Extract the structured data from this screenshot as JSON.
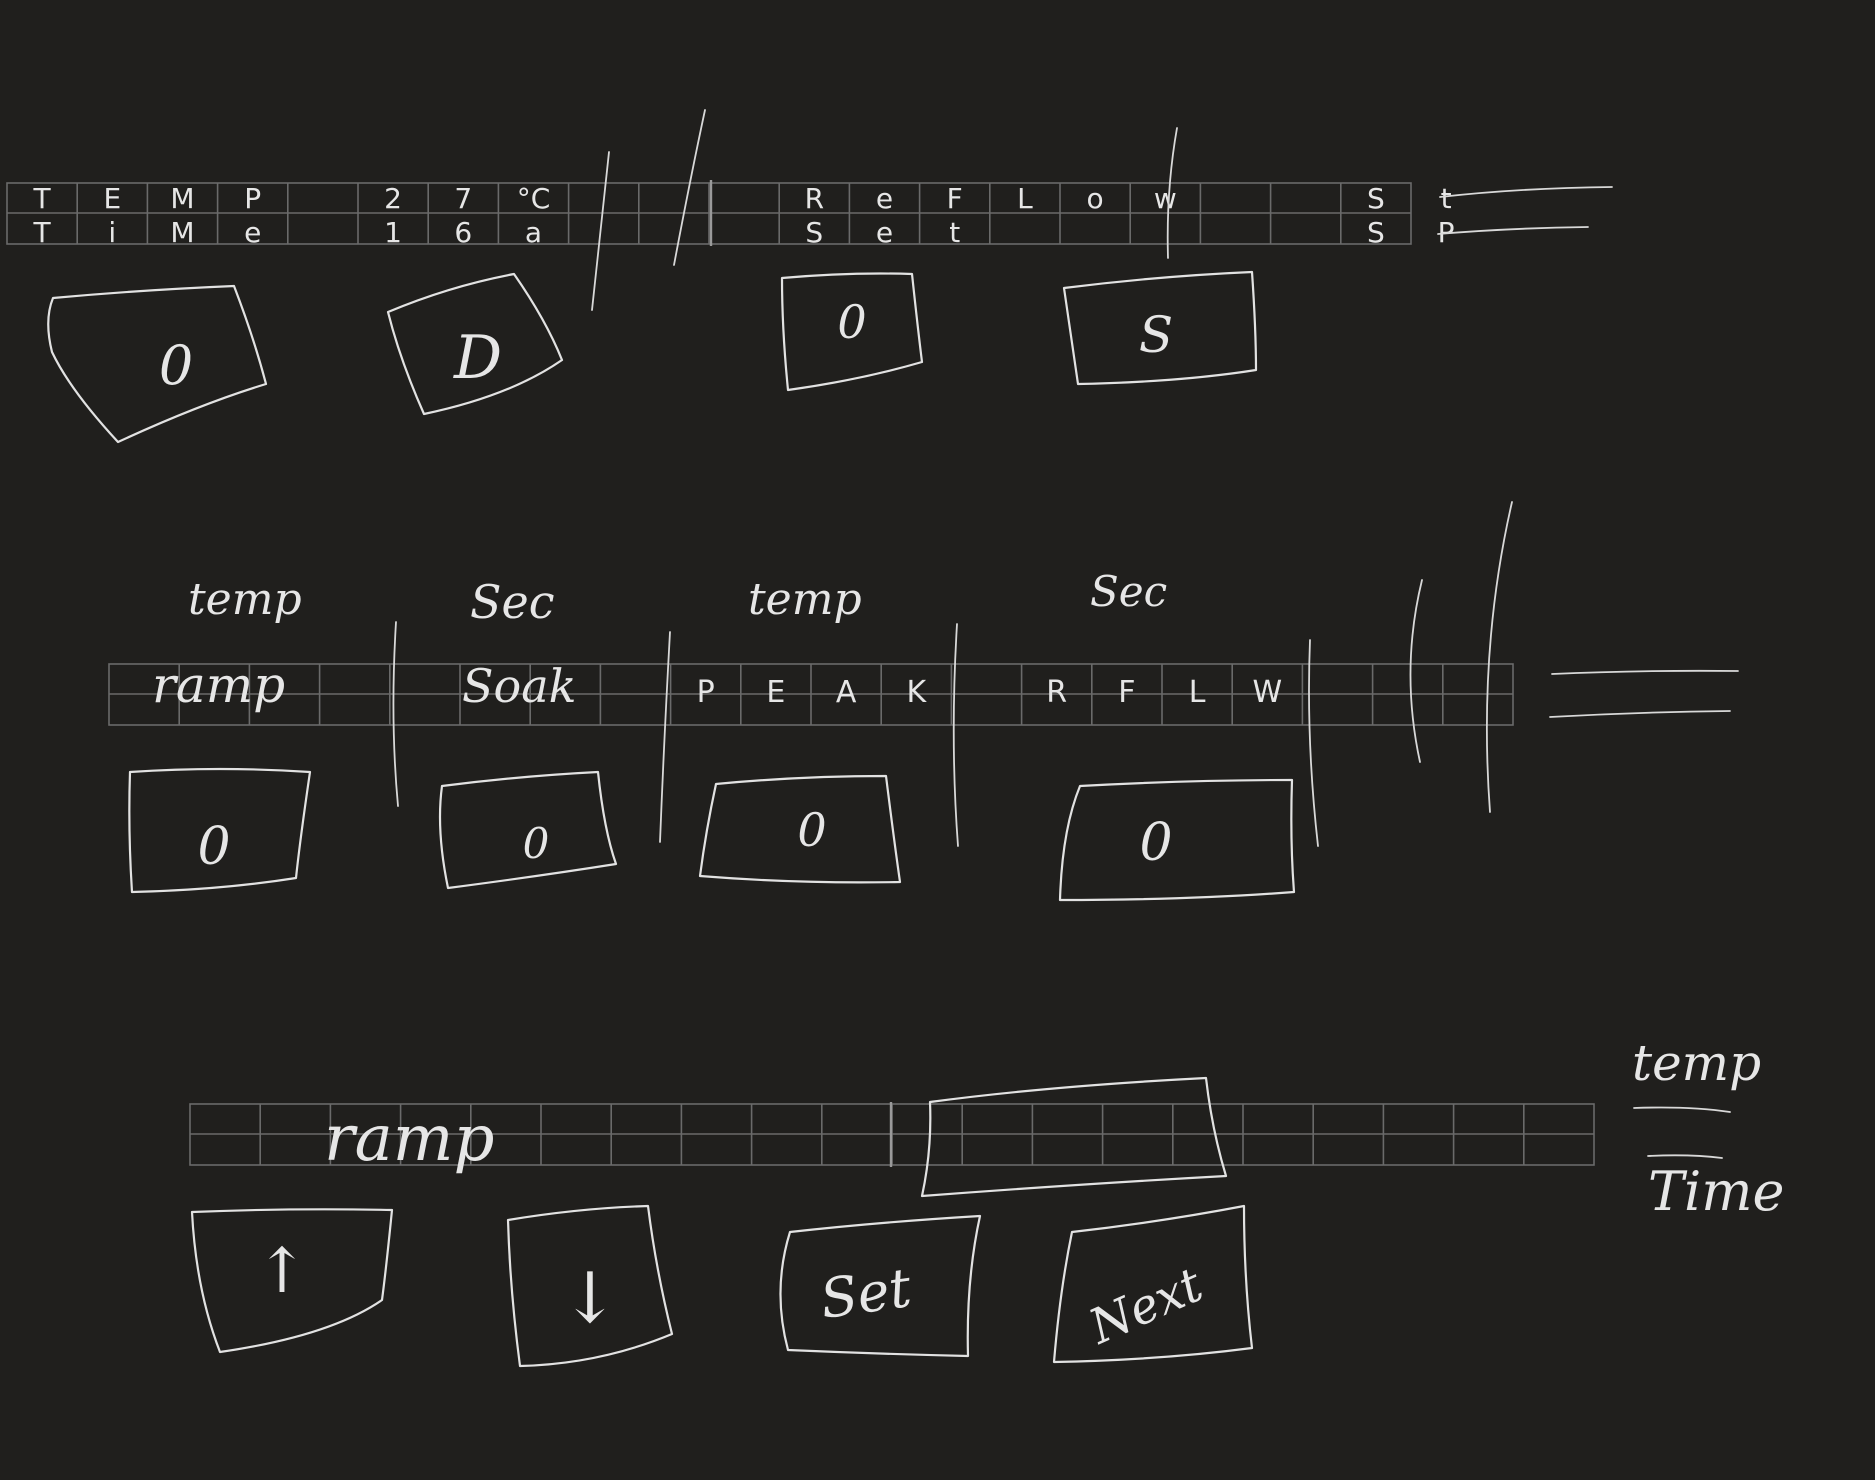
{
  "panel_1": {
    "display_row_1": [
      "T",
      "E",
      "M",
      "P",
      "",
      "2",
      "7",
      "°C",
      "",
      "",
      "",
      "R",
      "e",
      "F",
      "L",
      "o",
      "w",
      "",
      "",
      "S",
      "t"
    ],
    "display_row_2": [
      "T",
      "i",
      "M",
      "e",
      "",
      "1",
      "6",
      "a",
      "",
      "",
      "",
      "S",
      "e",
      "t",
      "",
      "",
      "",
      "",
      "",
      "S",
      "P"
    ],
    "buttons": [
      "0",
      "D",
      "0",
      "S"
    ]
  },
  "panel_2": {
    "column_labels": [
      "temp",
      "Sec",
      "temp",
      "Sec"
    ],
    "display_row_1": [
      "ramp",
      "",
      "Soak",
      "",
      "P",
      "E",
      "A",
      "K",
      "",
      "R",
      "F",
      "L",
      "W"
    ],
    "buttons": [
      "0",
      "0",
      "0",
      "0"
    ]
  },
  "panel_3": {
    "display_label": "ramp",
    "buttons": [
      "↑",
      "↓",
      "Set",
      "Next"
    ],
    "side_labels": [
      "temp",
      "Time"
    ]
  }
}
